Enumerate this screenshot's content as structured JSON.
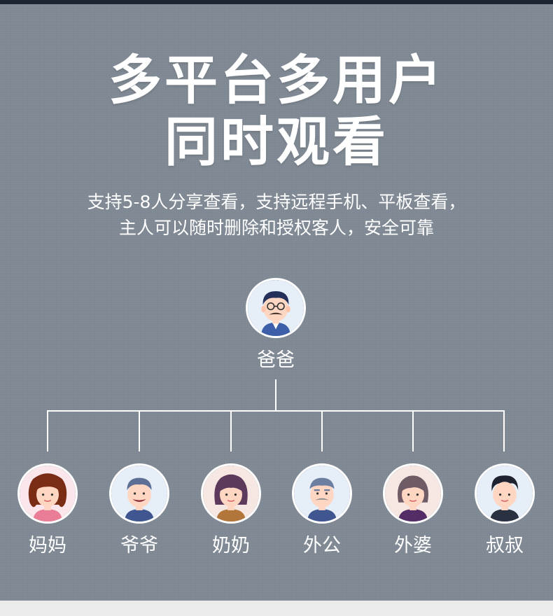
{
  "header": {
    "title_line1": "多平台多用户",
    "title_line2": "同时观看",
    "subtitle_line1": "支持5-8人分享查看，支持远程手机、平板查看，",
    "subtitle_line2": "主人可以随时删除和授权客人，安全可靠"
  },
  "host": {
    "name": "爸爸",
    "icon": "father-avatar-icon"
  },
  "members": [
    {
      "name": "妈妈",
      "icon": "mother-avatar-icon"
    },
    {
      "name": "爷爷",
      "icon": "grandfather-avatar-icon"
    },
    {
      "name": "奶奶",
      "icon": "grandmother-avatar-icon"
    },
    {
      "name": "外公",
      "icon": "maternal-grandfather-avatar-icon"
    },
    {
      "name": "外婆",
      "icon": "maternal-grandmother-avatar-icon"
    },
    {
      "name": "叔叔",
      "icon": "uncle-avatar-icon"
    }
  ],
  "colors": {
    "background": "#7e8892",
    "text": "#ffffff",
    "connector": "#ffffff",
    "skin": "#ffd6c2"
  }
}
